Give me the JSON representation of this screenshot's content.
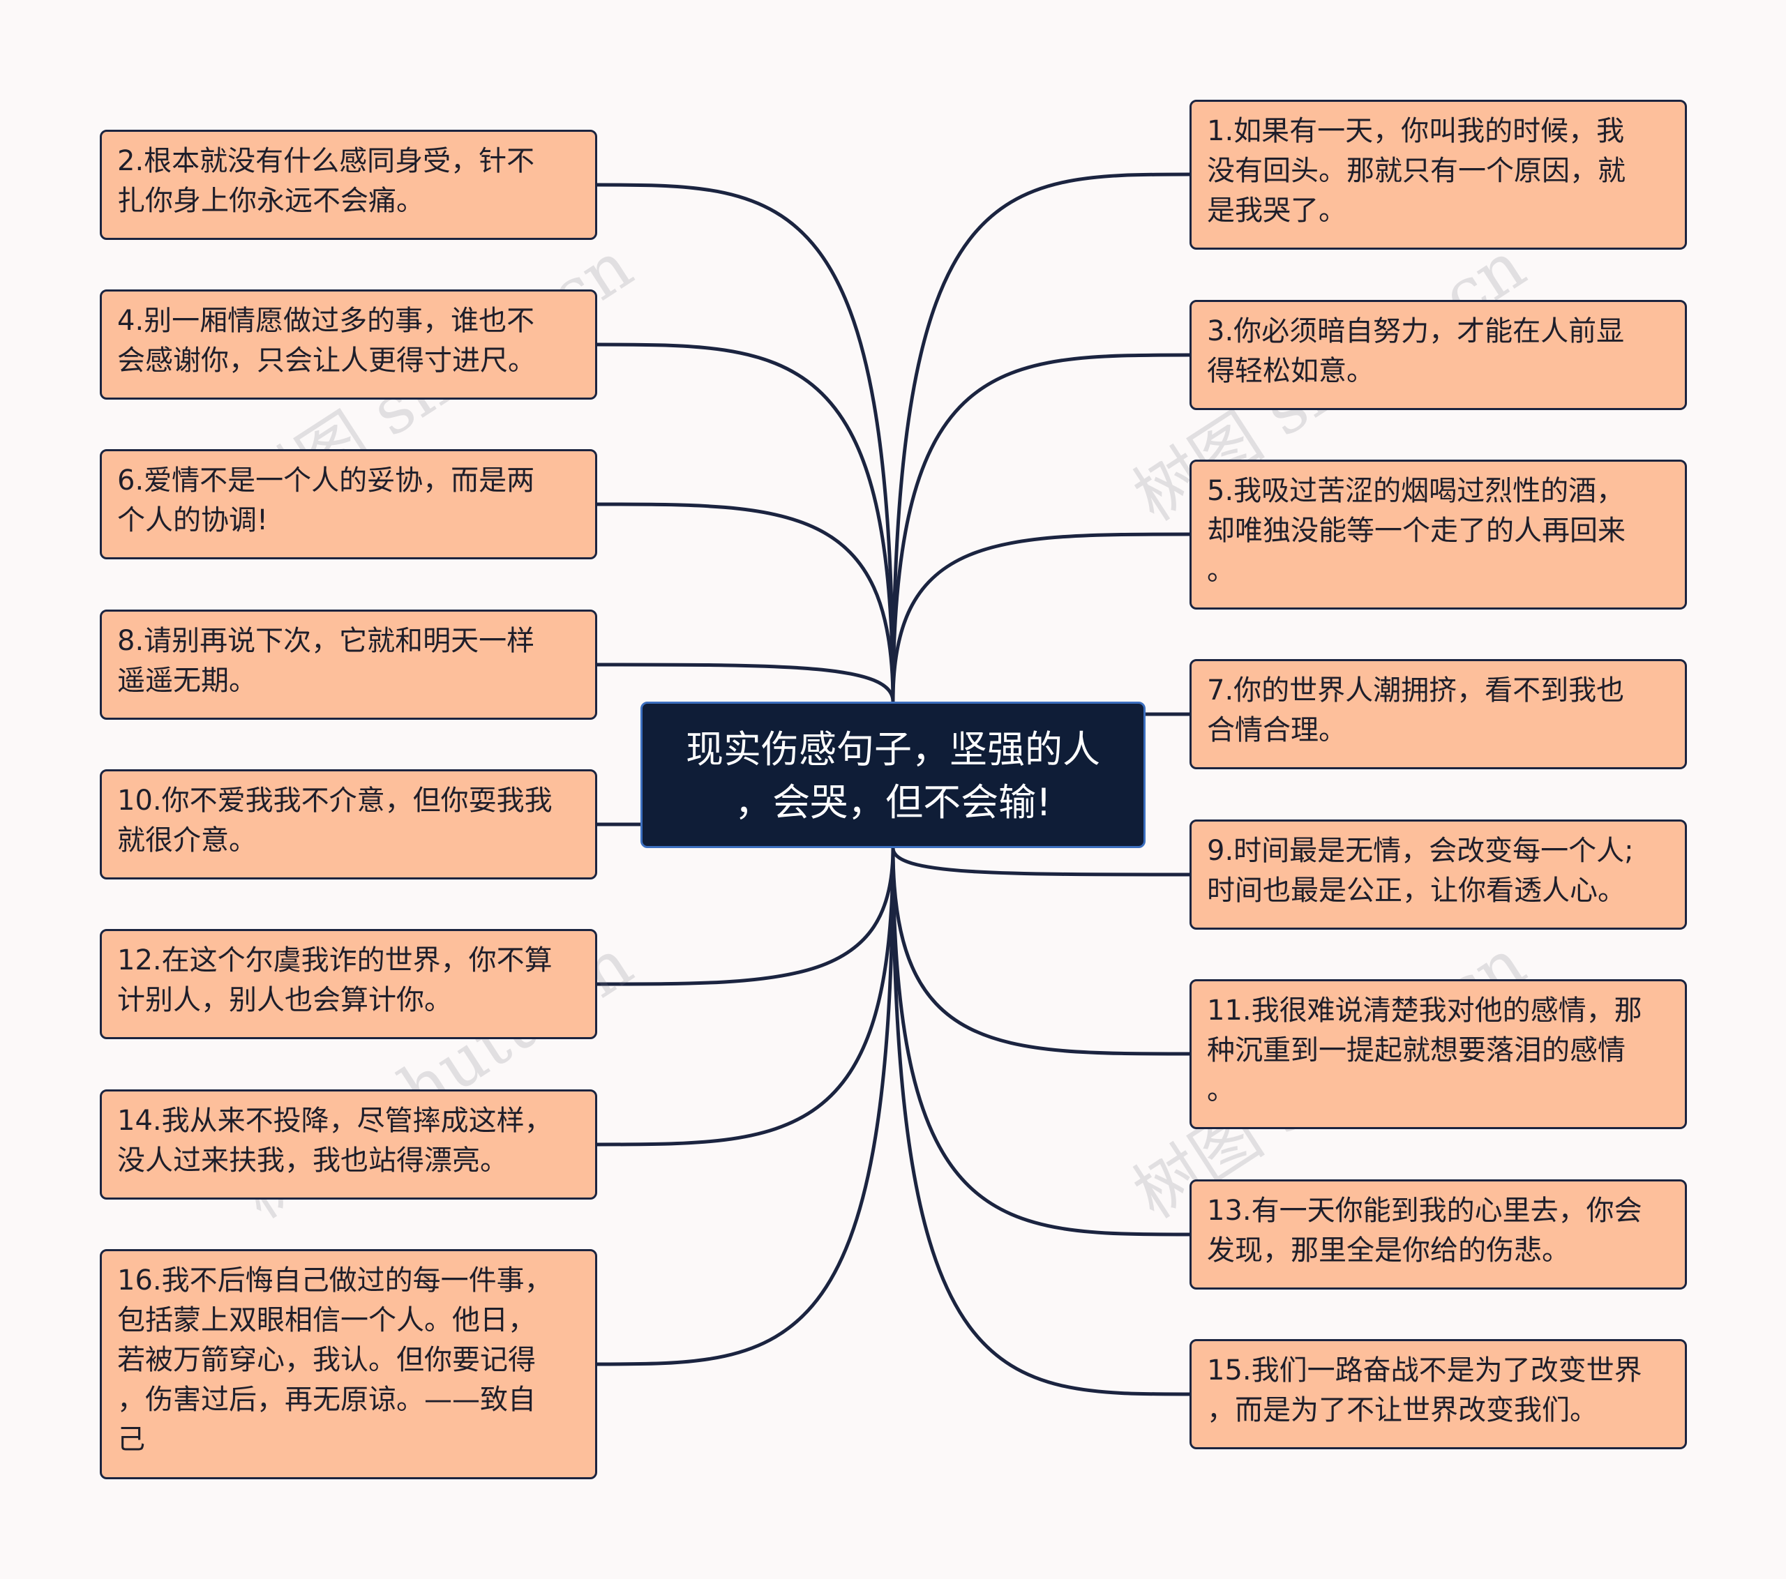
{
  "center": {
    "title": "现实伤感句子，坚强的人\n，会哭，但不会输!"
  },
  "watermark": "树图 shutu.cn",
  "colors": {
    "line": "#1b2440",
    "node_fill": "#fdbf9b",
    "center_fill": "#0f1d37",
    "center_border": "#3c6fbf"
  },
  "left_nodes": [
    {
      "text": "2.根本就没有什么感同身受，针不\n扎你身上你永远不会痛。"
    },
    {
      "text": "4.别一厢情愿做过多的事，谁也不\n会感谢你，只会让人更得寸进尺。"
    },
    {
      "text": "6.爱情不是一个人的妥协，而是两\n个人的协调!"
    },
    {
      "text": "8.请别再说下次，它就和明天一样\n遥遥无期。"
    },
    {
      "text": "10.你不爱我我不介意，但你耍我我\n就很介意。"
    },
    {
      "text": "12.在这个尔虞我诈的世界，你不算\n计别人，别人也会算计你。"
    },
    {
      "text": "14.我从来不投降，尽管摔成这样，\n没人过来扶我，我也站得漂亮。"
    },
    {
      "text": "16.我不后悔自己做过的每一件事，\n包括蒙上双眼相信一个人。他日，\n若被万箭穿心，我认。但你要记得\n，伤害过后，再无原谅。——致自\n己"
    }
  ],
  "right_nodes": [
    {
      "text": "1.如果有一天，你叫我的时候，我\n没有回头。那就只有一个原因，就\n是我哭了。"
    },
    {
      "text": "3.你必须暗自努力，才能在人前显\n得轻松如意。"
    },
    {
      "text": "5.我吸过苦涩的烟喝过烈性的酒，\n却唯独没能等一个走了的人再回来\n。"
    },
    {
      "text": "7.你的世界人潮拥挤，看不到我也\n合情合理。"
    },
    {
      "text": "9.时间最是无情，会改变每一个人;\n时间也最是公正，让你看透人心。"
    },
    {
      "text": "11.我很难说清楚我对他的感情，那\n种沉重到一提起就想要落泪的感情\n。"
    },
    {
      "text": "13.有一天你能到我的心里去，你会\n发现，那里全是你给的伤悲。"
    },
    {
      "text": "15.我们一路奋战不是为了改变世界\n，而是为了不让世界改变我们。"
    }
  ]
}
